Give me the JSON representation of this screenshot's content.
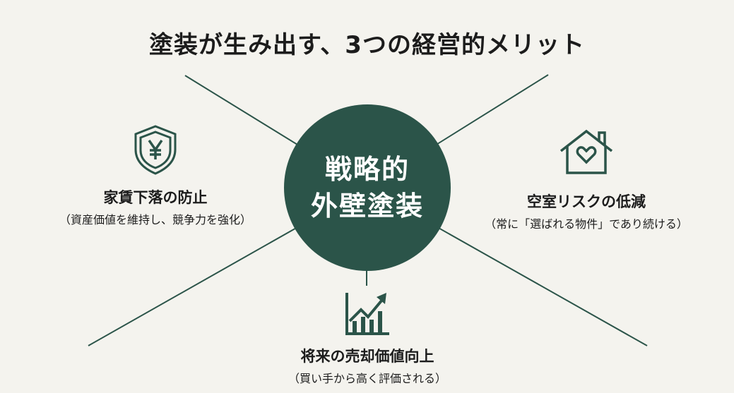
{
  "title": "塗装が生み出す、3つの経営的メリット",
  "center": {
    "line1": "戦略的",
    "line2": "外壁塗装"
  },
  "benefits": [
    {
      "icon": "shield-yen-icon",
      "heading": "家賃下落の防止",
      "sub": "（資産価値を維持し、競争力を強化）"
    },
    {
      "icon": "house-heart-icon",
      "heading": "空室リスクの低減",
      "sub": "（常に「選ばれる物件」であり続ける）"
    },
    {
      "icon": "growth-chart-icon",
      "heading": "将来の売却価値向上",
      "sub": "（買い手から高く評価される）"
    }
  ],
  "colors": {
    "accent": "#2b5449",
    "background": "#f4f3ee"
  }
}
